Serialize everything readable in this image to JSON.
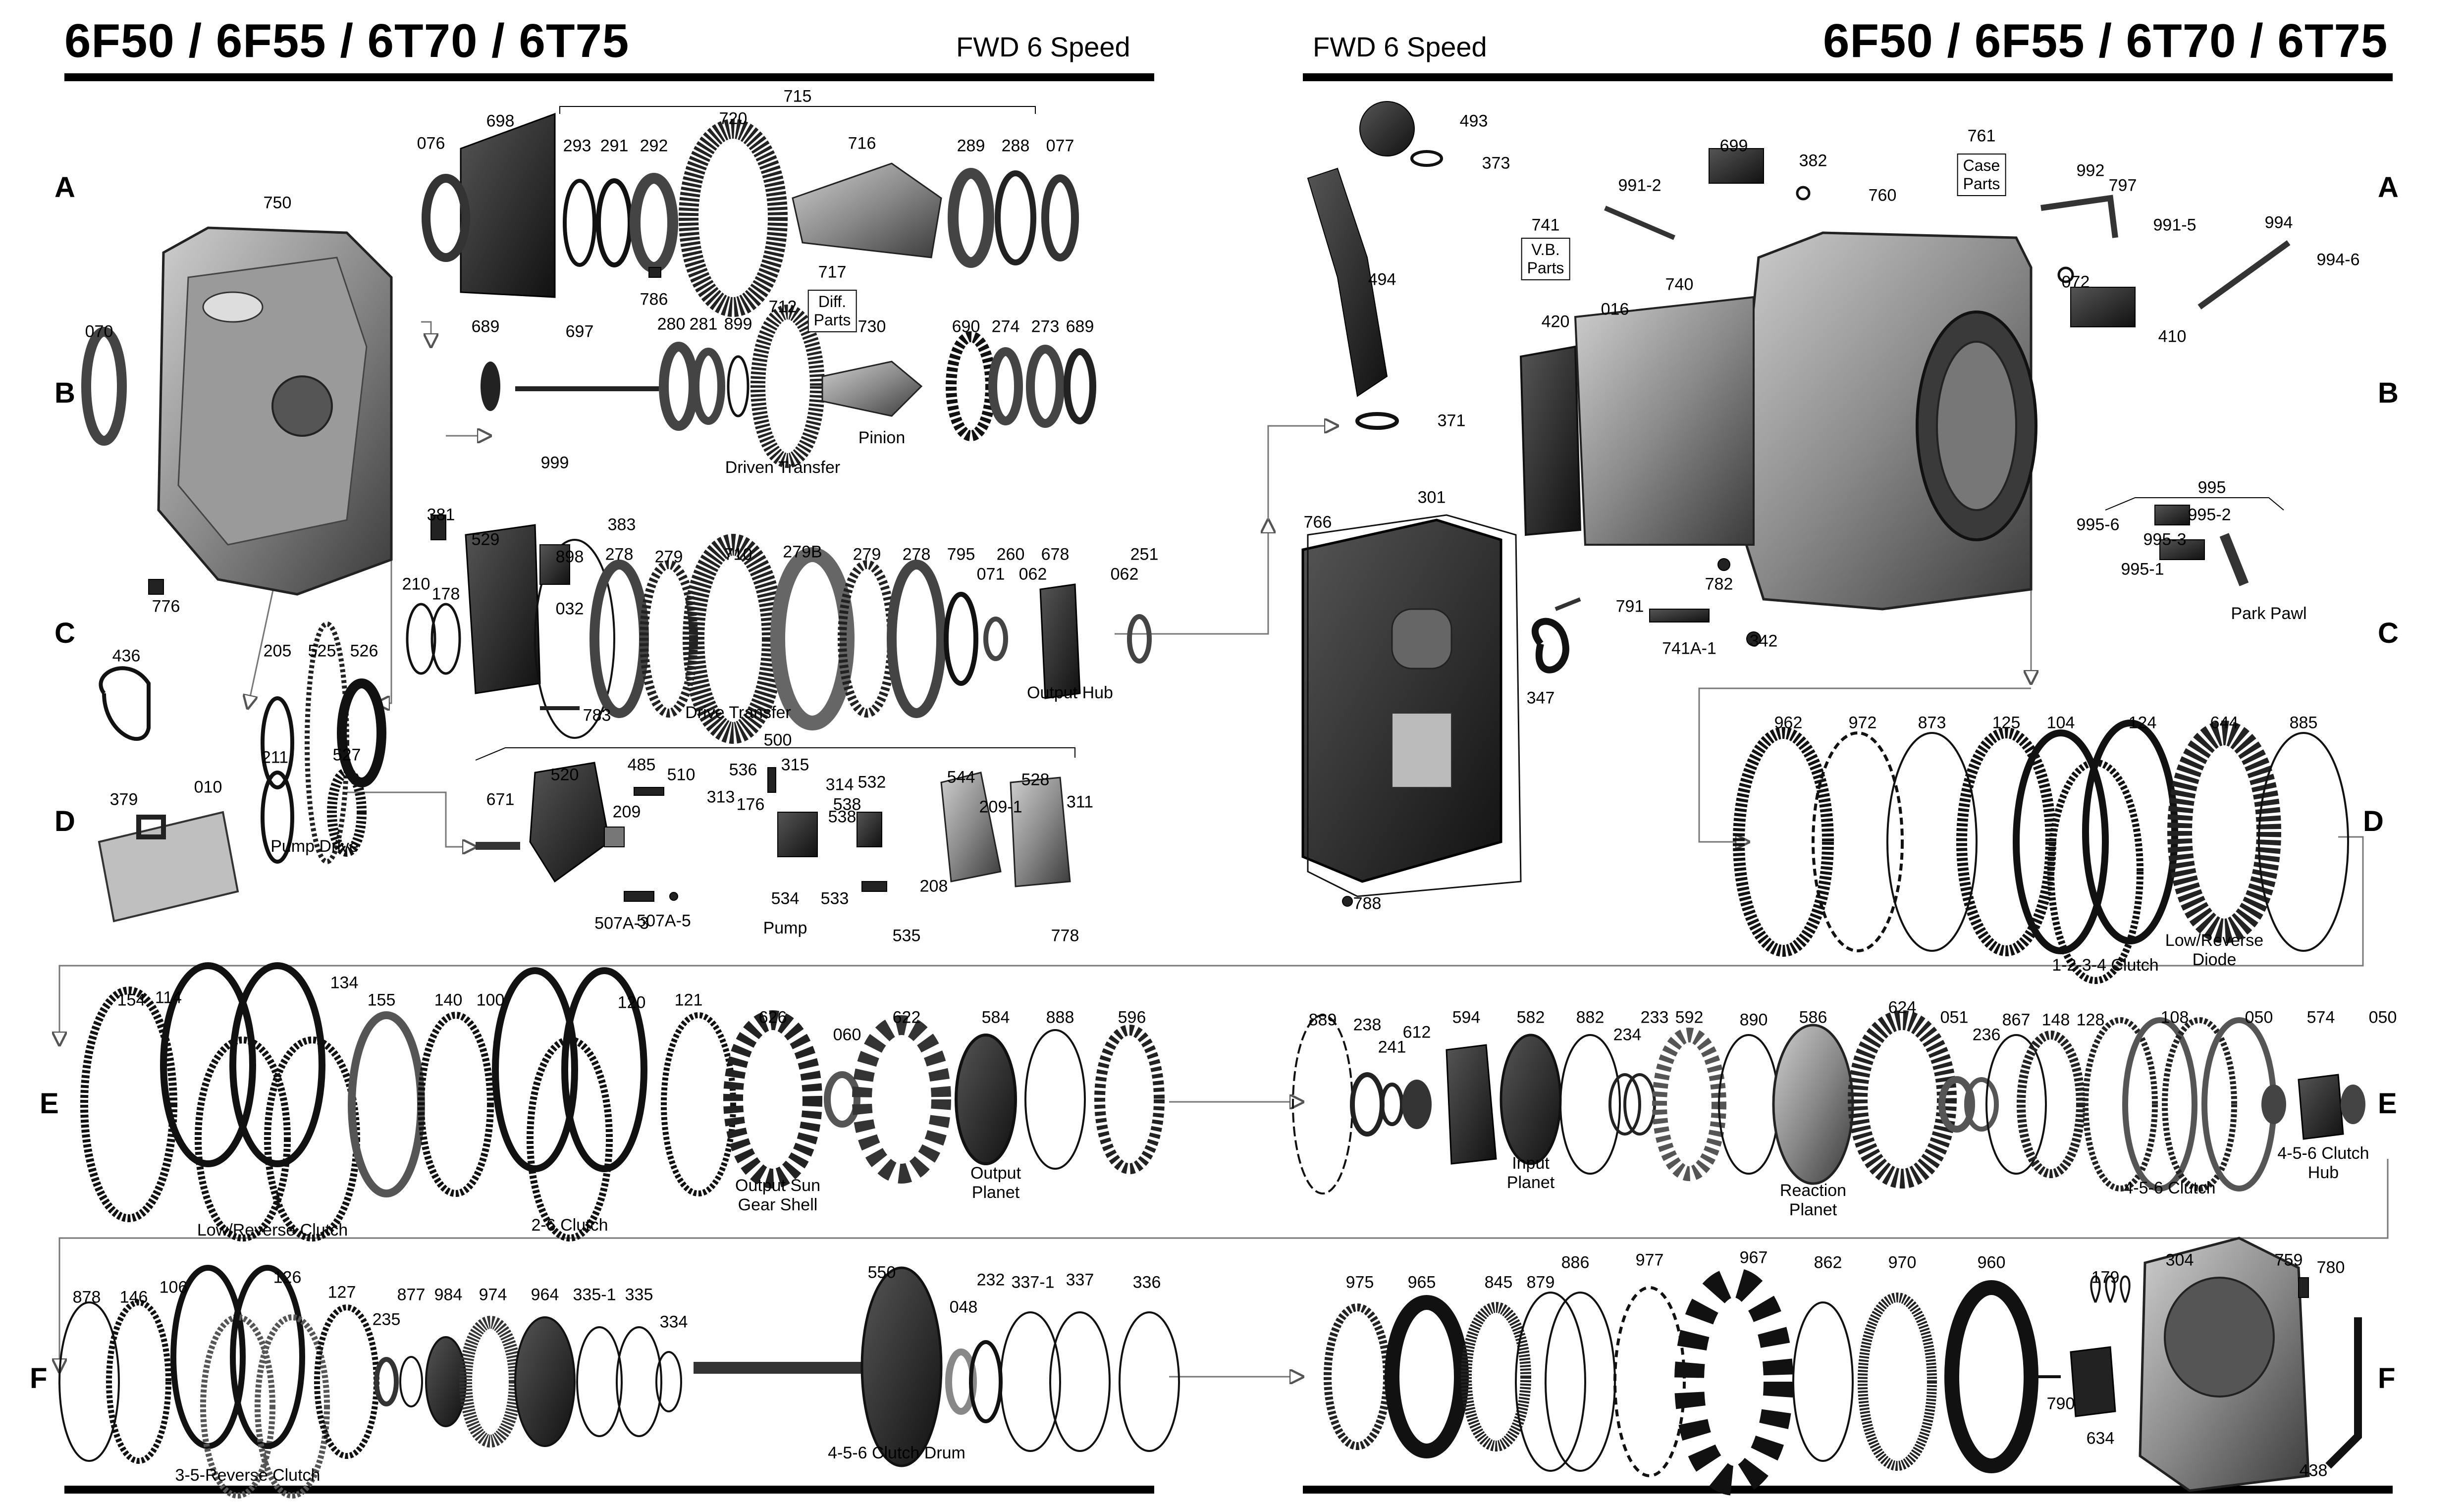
{
  "header": {
    "title": "6F50 / 6F55 / 6T70 / 6T75",
    "subtitle": "FWD 6 Speed"
  },
  "row_letters": [
    "A",
    "B",
    "C",
    "D",
    "E",
    "F"
  ],
  "group_captions": {
    "diff_parts": "Diff.\nParts",
    "pinion": "Pinion",
    "driven_transfer": "Driven Transfer",
    "drive_transfer": "Drive Transfer",
    "output_hub": "Output Hub",
    "pump_drive": "Pump Drive",
    "pump": "Pump",
    "vb_parts": "V.B.\nParts",
    "case_parts": "Case\nParts",
    "park_pawl": "Park Pawl",
    "low_reverse_diode": "Low/Reverse\nDiode",
    "clutch_1234": "1-2-3-4 Clutch",
    "low_reverse_clutch": "Low/Reverse Clutch",
    "clutch_26": "2-6 Clutch",
    "output_sun_gear_shell": "Output Sun\nGear Shell",
    "output_planet": "Output\nPlanet",
    "input_planet": "Input\nPlanet",
    "reaction_planet": "Reaction\nPlanet",
    "clutch_456": "4-5-6 Clutch",
    "clutch_456_hub": "4-5-6 Clutch\nHub",
    "clutch_35r": "3-5-Reverse Clutch",
    "clutch_456_drum": "4-5-6 Clutch Drum"
  },
  "part_numbers": [
    "698",
    "076",
    "715",
    "293",
    "291",
    "292",
    "720",
    "716",
    "289",
    "288",
    "077",
    "750",
    "786",
    "717",
    "070",
    "689",
    "697",
    "280",
    "281",
    "899",
    "712",
    "730",
    "690",
    "274",
    "273",
    "689",
    "999",
    "383",
    "381",
    "529",
    "898",
    "278",
    "279",
    "710",
    "279B",
    "279",
    "278",
    "795",
    "071",
    "260",
    "062",
    "678",
    "062",
    "251",
    "210",
    "178",
    "032",
    "776",
    "783",
    "436",
    "205",
    "525",
    "526",
    "211",
    "527",
    "500",
    "671",
    "520",
    "485",
    "510",
    "536",
    "315",
    "314",
    "532",
    "313",
    "176",
    "538",
    "538",
    "544",
    "209-1",
    "528",
    "311",
    "209",
    "533",
    "208",
    "534",
    "507A-3",
    "507A-5",
    "535",
    "778",
    "379",
    "010",
    "493",
    "373",
    "699",
    "382",
    "761",
    "992",
    "797",
    "991-5",
    "994",
    "994-6",
    "991-2",
    "741",
    "494",
    "072",
    "410",
    "420",
    "016",
    "740",
    "760",
    "371",
    "995",
    "995-2",
    "995-6",
    "995-3",
    "995-1",
    "766",
    "301",
    "782",
    "791",
    "741A-1",
    "342",
    "347",
    "788",
    "962",
    "972",
    "873",
    "125",
    "104",
    "124",
    "644",
    "885",
    "154",
    "114",
    "134",
    "155",
    "140",
    "100",
    "120",
    "121",
    "626",
    "060",
    "622",
    "584",
    "888",
    "596",
    "889",
    "238",
    "241",
    "612",
    "594",
    "582",
    "882",
    "234",
    "233",
    "592",
    "890",
    "586",
    "624",
    "051",
    "236",
    "867",
    "148",
    "128",
    "108",
    "050",
    "574",
    "050",
    "878",
    "146",
    "106",
    "126",
    "127",
    "235",
    "877",
    "984",
    "974",
    "964",
    "335-1",
    "335",
    "334",
    "550",
    "048",
    "232",
    "337-1",
    "337",
    "336",
    "975",
    "965",
    "845",
    "879",
    "886",
    "977",
    "967",
    "862",
    "970",
    "960",
    "179",
    "304",
    "759",
    "780",
    "790",
    "634",
    "438"
  ]
}
